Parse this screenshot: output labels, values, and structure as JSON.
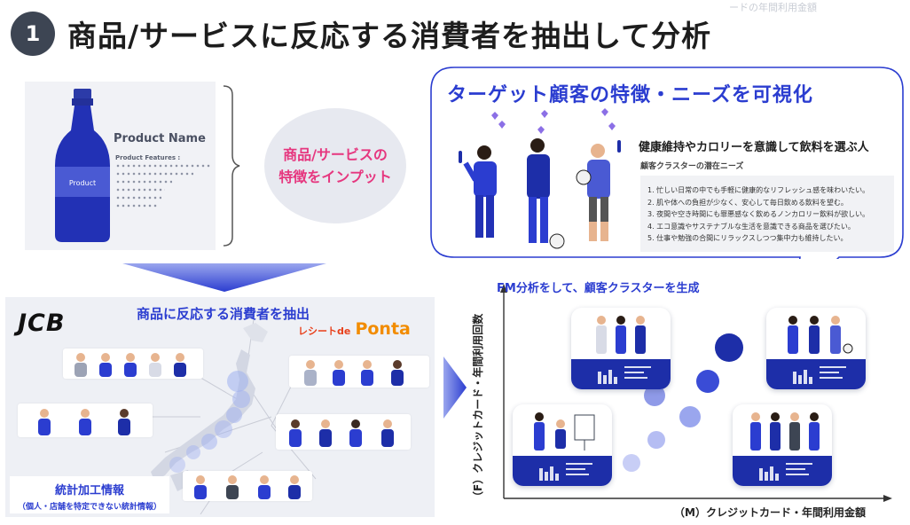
{
  "header": {
    "step_number": "1",
    "title": "商品/サービスに反応する消費者を抽出して分析",
    "watermark": "ードの年間利用金額"
  },
  "product_card": {
    "name": "Product Name",
    "features_label": "Product Features :",
    "bottle_label": "Product"
  },
  "input_bubble": {
    "line1": "商品/サービスの",
    "line2": "特徴をインプット"
  },
  "extraction": {
    "title": "商品に反応する消費者を抽出",
    "jcb_logo": "JCB",
    "ponta_prefix": "レシートde",
    "ponta_brand": "Ponta",
    "stats_title": "統計加工情報",
    "stats_note": "（個人・店舗を特定できない統計情報）"
  },
  "target": {
    "title": "ターゲット顧客の特徴・ニーズを可視化",
    "persona_title": "健康維持やカロリーを意識して飲料を選ぶ人",
    "needs_title": "顧客クラスターの潜在ニーズ",
    "needs": [
      "1. 忙しい日常の中でも手軽に健康的なリフレッシュ感を味わいたい。",
      "2. 肌や体への負担が少なく、安心して毎日飲める飲料を望む。",
      "3. 夜間や空き時間にも罪悪感なく飲めるノンカロリー飲料が欲しい。",
      "4. エコ意識やサステナブルな生活を意識できる商品を選びたい。",
      "5. 仕事や勉強の合間にリラックスしつつ集中力も維持したい。"
    ]
  },
  "fm_chart": {
    "title": "FM分析をして、顧客クラスターを生成",
    "ylabel": "（F）クレジットカード・年間利用回数",
    "xlabel": "（M）クレジットカード・年間利用金額"
  },
  "colors": {
    "accent": "#2b3dd0",
    "navy": "#1d2ea8",
    "pink": "#e6377f",
    "badge": "#3d4553"
  }
}
